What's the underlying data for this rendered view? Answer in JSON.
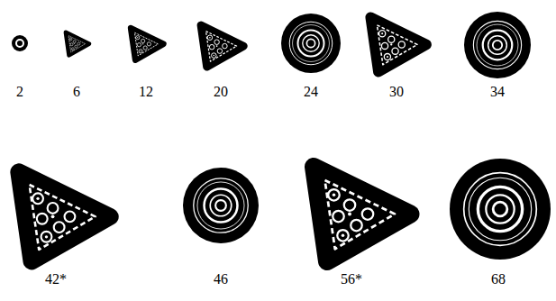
{
  "diagram": {
    "labels": [
      "2",
      "6",
      "12",
      "20",
      "24",
      "30",
      "34",
      "42*",
      "46",
      "56*",
      "68"
    ]
  }
}
